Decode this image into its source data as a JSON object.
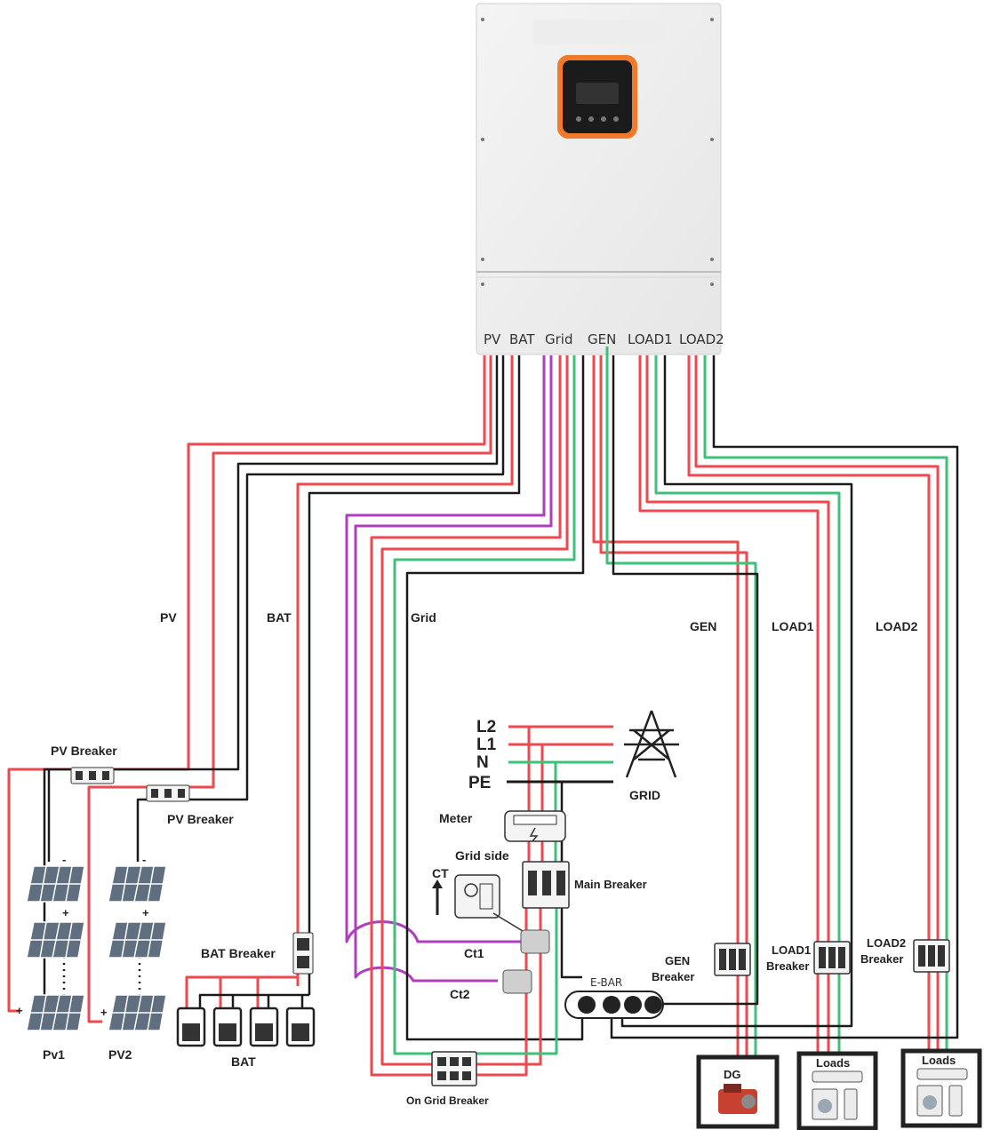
{
  "inverter": {
    "ports": [
      "PV",
      "BAT",
      "Grid",
      "GEN",
      "LOAD1",
      "LOAD2"
    ]
  },
  "routes": {
    "pv": "PV",
    "bat": "BAT",
    "grid": "Grid",
    "gen": "GEN",
    "load1": "LOAD1",
    "load2": "LOAD2"
  },
  "pv_side": {
    "breaker1": "PV Breaker",
    "breaker2": "PV Breaker",
    "string1": "Pv1",
    "string2": "PV2",
    "plus": "+",
    "minus": "-"
  },
  "battery": {
    "breaker": "BAT Breaker",
    "label": "BAT"
  },
  "grid_side": {
    "l2": "L2",
    "l1": "L1",
    "n": "N",
    "pe": "PE",
    "grid": "GRID",
    "meter": "Meter",
    "grid_side": "Grid side",
    "ct": "CT",
    "main_breaker": "Main Breaker",
    "ct1": "Ct1",
    "ct2": "Ct2",
    "ebar": "E-BAR",
    "on_grid_breaker": "On Grid Breaker"
  },
  "outputs": {
    "gen_breaker_1": "GEN",
    "gen_breaker_2": "Breaker",
    "load1_breaker_1": "LOAD1",
    "load1_breaker_2": "Breaker",
    "load2_breaker_1": "LOAD2",
    "load2_breaker_2": "Breaker",
    "dg": "DG",
    "loads1": "Loads",
    "loads2": "Loads"
  },
  "colors": {
    "red": "#f0484f",
    "black": "#1a1a1a",
    "green": "#3fc07a",
    "purple": "#b03cc0"
  }
}
